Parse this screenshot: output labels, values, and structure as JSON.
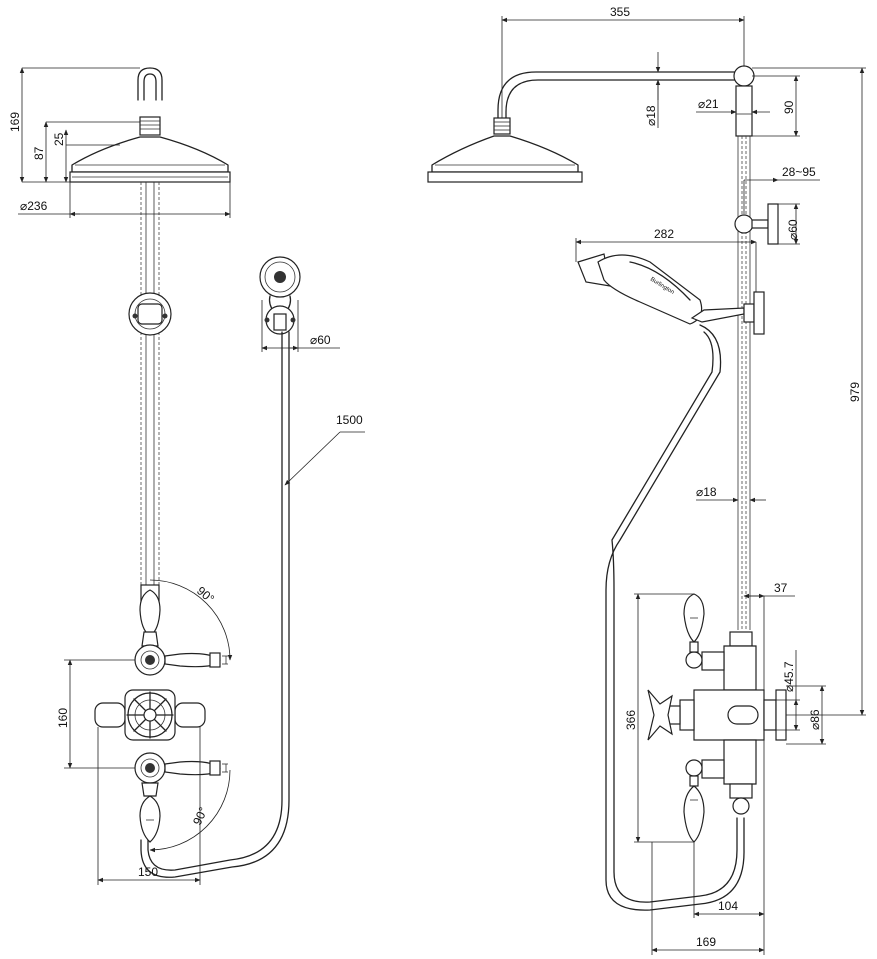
{
  "diagram": {
    "front_view": {
      "dim_overall_height": "169",
      "dim_head_height": "87",
      "dim_head_neck": "25",
      "dim_head_diameter": "⌀236",
      "dim_handset_diameter": "⌀60",
      "dim_hose_length": "1500",
      "dim_valve_height": "160",
      "dim_valve_width": "150",
      "angle_top": "90°",
      "angle_bottom": "90°"
    },
    "side_view": {
      "dim_arm_projection": "355",
      "dim_arm_diameter": "⌀18",
      "dim_joint_diameter": "⌀21",
      "dim_joint_height": "90",
      "dim_bracket_range": "28~95",
      "dim_bracket_diameter": "⌀60",
      "dim_handset_projection": "282",
      "dim_riser_height": "979",
      "dim_riser_diameter": "⌀18",
      "dim_valve_offset": "37",
      "dim_outlet_diameter": "⌀45.7",
      "dim_flange_diameter": "⌀86",
      "dim_valve_height": "366",
      "dim_valve_depth": "104",
      "dim_overall_depth": "169"
    }
  }
}
